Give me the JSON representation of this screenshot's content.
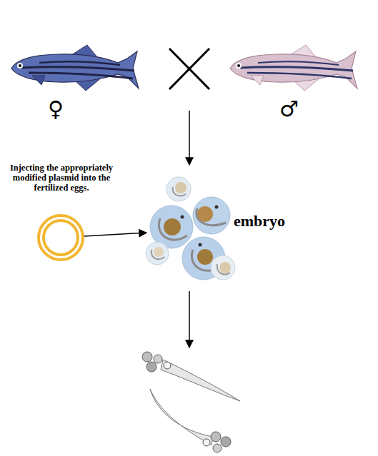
{
  "diagram": {
    "nodes": [
      {
        "text": [
          "♀"
        ]
      },
      {
        "text": [
          "♂"
        ]
      },
      {
        "text": [
          "Injecting the appropriately modified plasmid into the fertilized eggs."
        ]
      },
      {
        "text": [
          "embryo"
        ]
      }
    ],
    "edges": [
      {
        "from": 2,
        "to": 3,
        "arrow": "to"
      }
    ]
  }
}
